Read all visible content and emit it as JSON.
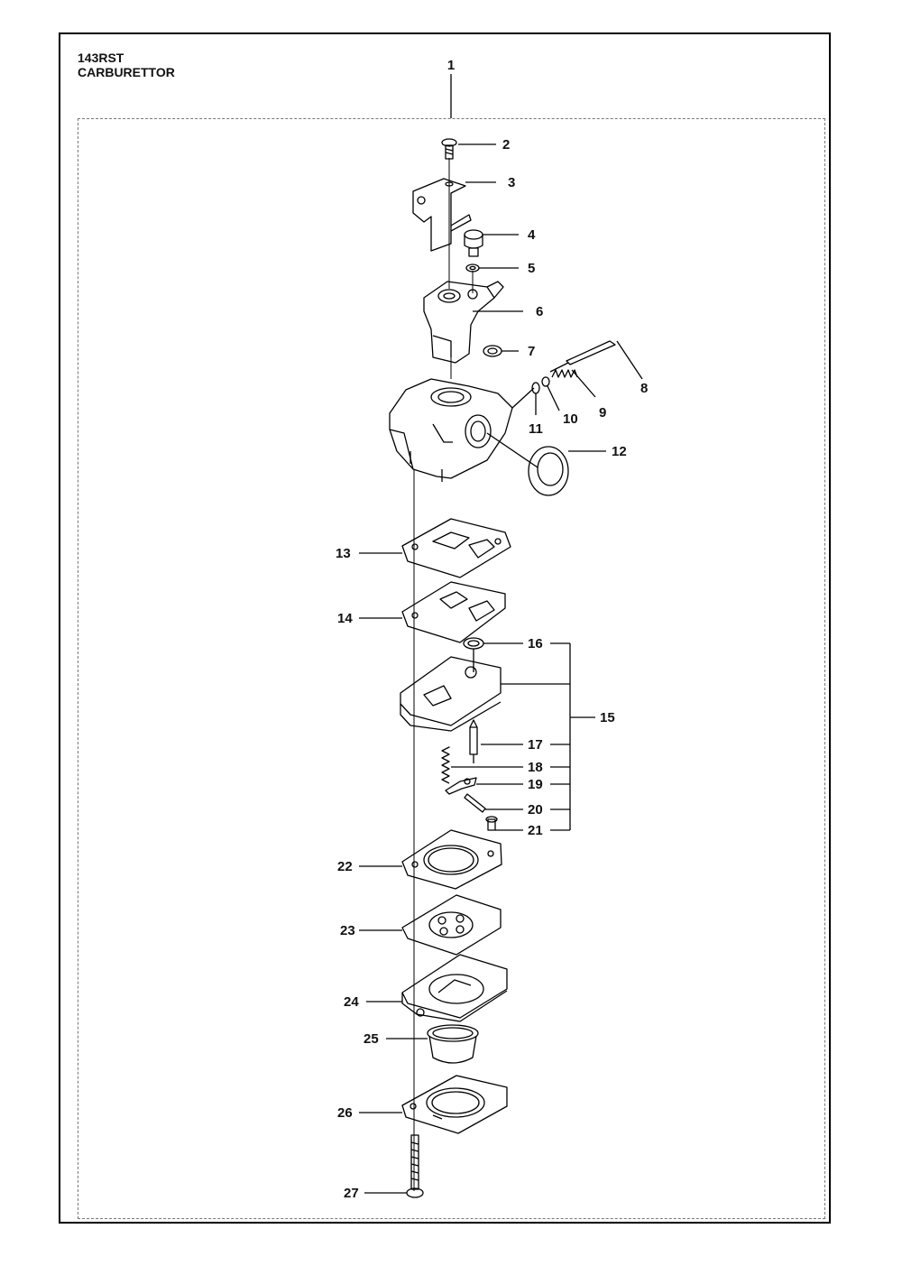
{
  "header": {
    "model": "143RST",
    "title": "CARBURETTOR"
  },
  "parts": [
    {
      "id": "p1",
      "label": "1"
    },
    {
      "id": "p2",
      "label": "2"
    },
    {
      "id": "p3",
      "label": "3"
    },
    {
      "id": "p4",
      "label": "4"
    },
    {
      "id": "p5",
      "label": "5"
    },
    {
      "id": "p6",
      "label": "6"
    },
    {
      "id": "p7",
      "label": "7"
    },
    {
      "id": "p8",
      "label": "8"
    },
    {
      "id": "p9",
      "label": "9"
    },
    {
      "id": "p10",
      "label": "10"
    },
    {
      "id": "p11",
      "label": "11"
    },
    {
      "id": "p12",
      "label": "12"
    },
    {
      "id": "p13",
      "label": "13"
    },
    {
      "id": "p14",
      "label": "14"
    },
    {
      "id": "p15",
      "label": "15"
    },
    {
      "id": "p16",
      "label": "16"
    },
    {
      "id": "p17",
      "label": "17"
    },
    {
      "id": "p18",
      "label": "18"
    },
    {
      "id": "p19",
      "label": "19"
    },
    {
      "id": "p20",
      "label": "20"
    },
    {
      "id": "p21",
      "label": "21"
    },
    {
      "id": "p22",
      "label": "22"
    },
    {
      "id": "p23",
      "label": "23"
    },
    {
      "id": "p24",
      "label": "24"
    },
    {
      "id": "p25",
      "label": "25"
    },
    {
      "id": "p26",
      "label": "26"
    },
    {
      "id": "p27",
      "label": "27"
    }
  ]
}
